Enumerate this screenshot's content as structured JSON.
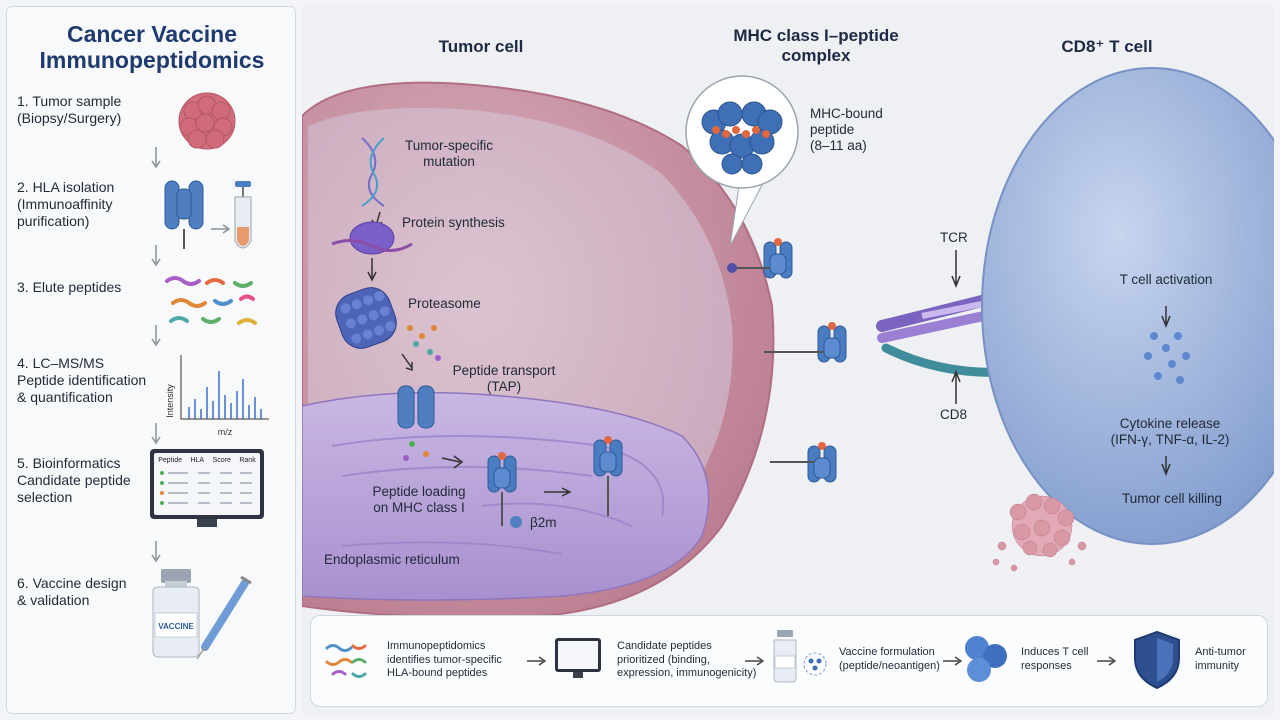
{
  "left_panel": {
    "title_line1": "Cancer Vaccine",
    "title_line2": "Immunopeptidomics",
    "steps": [
      {
        "line1": "1. Tumor sample",
        "line2": "(Biopsy/Surgery)"
      },
      {
        "line1": "2. HLA isolation",
        "line2": "(Immunoaffinity",
        "line3": "purification)"
      },
      {
        "line1": "3. Elute peptides"
      },
      {
        "line1": "4. LC–MS/MS",
        "line2": "Peptide identification",
        "line3": "& quantification"
      },
      {
        "line1": "5. Bioinformatics",
        "line2": "Candidate peptide",
        "line3": "selection"
      },
      {
        "line1": "6. Vaccine design",
        "line2": "& validation"
      }
    ],
    "spectrum": {
      "y_label": "Intensity",
      "x_label": "m/z"
    },
    "table_headers": [
      "Peptide",
      "HLA",
      "Score",
      "Rank"
    ],
    "vial_label": "VACCINE"
  },
  "headers": {
    "tumor_cell": "Tumor cell",
    "mhc_line1": "MHC class I–peptide",
    "mhc_line2": "complex",
    "tcell": "CD8⁺ T cell"
  },
  "labels": {
    "mutation_line1": "Tumor-specific",
    "mutation_line2": "mutation",
    "protein_synthesis": "Protein synthesis",
    "proteasome": "Proteasome",
    "transport_line1": "Peptide transport",
    "transport_line2": "(TAP)",
    "loading_line1": "Peptide loading",
    "loading_line2": "on MHC class I",
    "b2m": "β2m",
    "er": "Endoplasmic reticulum",
    "mhc_bound_line1": "MHC-bound",
    "mhc_bound_line2": "peptide",
    "mhc_bound_line3": "(8–11 aa)",
    "tcr": "TCR",
    "cd8": "CD8",
    "activation": "T cell activation",
    "cytokine_line1": "Cytokine release",
    "cytokine_line2": "(IFN-γ, TNF-α, IL-2)",
    "killing": "Tumor cell killing"
  },
  "flow": [
    {
      "line1": "Immunopeptidomics",
      "line2": "identifies tumor-specific",
      "line3": "HLA-bound peptides"
    },
    {
      "line1": "Candidate peptides",
      "line2": "prioritized (binding,",
      "line3": "expression, immunogenicity)"
    },
    {
      "line1": "Vaccine formulation",
      "line2": "(peptide/neoantigen)"
    },
    {
      "line1": "Induces T cell",
      "line2": "responses"
    },
    {
      "line1": "Anti-tumor",
      "line2": "immunity"
    }
  ],
  "colors": {
    "title": "#1e3a6e",
    "tumor": "#c98a98",
    "tcell": "#8fa9d6",
    "mhc": "#3f6fb5",
    "peptide": "#e0673f",
    "er": "#b9a6d8"
  }
}
